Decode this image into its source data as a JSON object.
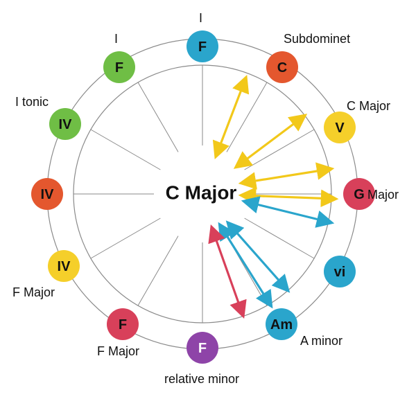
{
  "center": {
    "label": "C Major"
  },
  "colors": {
    "blue": "#2aa5cc",
    "orange": "#e4572e",
    "yellow": "#f5cf2a",
    "crimson": "#d8405a",
    "purple": "#8e44a8",
    "green": "#6fbe45",
    "arrow_yellow": "#f2c81a",
    "arrow_blue": "#2aa5cc",
    "arrow_red": "#d8405a"
  },
  "nodes": [
    {
      "id": "top-f",
      "label": "F",
      "color": "blue"
    },
    {
      "id": "c",
      "label": "C",
      "color": "orange"
    },
    {
      "id": "v",
      "label": "V",
      "color": "yellow"
    },
    {
      "id": "g",
      "label": "G",
      "color": "crimson"
    },
    {
      "id": "vi",
      "label": "vi",
      "color": "blue"
    },
    {
      "id": "am",
      "label": "Am",
      "color": "blue"
    },
    {
      "id": "bottom-f",
      "label": "F",
      "color": "purple"
    },
    {
      "id": "lower-left-f",
      "label": "F",
      "color": "crimson"
    },
    {
      "id": "iv-yellow",
      "label": "IV",
      "color": "yellow"
    },
    {
      "id": "iv-orange",
      "label": "IV",
      "color": "orange"
    },
    {
      "id": "iv-green",
      "label": "IV",
      "color": "green"
    },
    {
      "id": "upper-left-f",
      "label": "F",
      "color": "green"
    }
  ],
  "labels": {
    "top_numeral": "I",
    "subdominant": "Subdominet",
    "c_major": "C Major",
    "g_major_suffix": "Major",
    "a_minor": "A minor",
    "relative_minor": "relative minor",
    "f_major_lower": "F Major",
    "f_major_left": "F Major",
    "i_tonic": "I tonic",
    "upper_left_numeral": "I"
  },
  "arrows": [
    {
      "id": "yellow-1",
      "color": "arrow_yellow"
    },
    {
      "id": "yellow-2",
      "color": "arrow_yellow"
    },
    {
      "id": "yellow-3",
      "color": "arrow_yellow"
    },
    {
      "id": "yellow-4",
      "color": "arrow_yellow"
    },
    {
      "id": "blue-1",
      "color": "arrow_blue"
    },
    {
      "id": "blue-2",
      "color": "arrow_blue"
    },
    {
      "id": "blue-3",
      "color": "arrow_blue"
    },
    {
      "id": "red-1",
      "color": "arrow_red"
    }
  ]
}
